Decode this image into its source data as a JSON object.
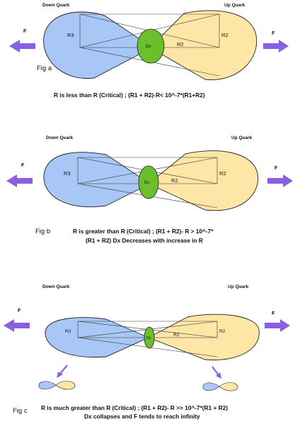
{
  "colors": {
    "down_lobe": "#a8c6f6",
    "up_lobe": "#fde6a6",
    "overlap": "#6abf2a",
    "arrow": "#8a5fe0",
    "outline": "#222222"
  },
  "fig_a": {
    "down_label": "Down Quark",
    "up_label": "Up Quark",
    "force_left": "F",
    "force_right": "F",
    "r3": "R3",
    "r2_center": "R2",
    "r2_right": "R2",
    "dx": "Dx",
    "tag": "Fig  a",
    "caption": "R is less than R (Critical) ; (R1 + R2)-R< 10^-7*(R1+R2)"
  },
  "fig_b": {
    "down_label": "Down Quark",
    "up_label": "Up Quark",
    "force_left": "F",
    "force_right": "F",
    "r3": "R3",
    "r2_center": "R2",
    "r2_right": "R2",
    "dx": "Dx",
    "tag": "Fig b",
    "caption_line1": "R is greater than R (Critical) ; (R1 + R2)- R > 10^-7*",
    "caption_line2": "(R1 + R2) Dx Decreases with increase in R"
  },
  "fig_c": {
    "down_label": "Down Quark",
    "up_label": "Up Quark",
    "force_left": "F",
    "force_right": "F",
    "r3": "R3",
    "r2_center": "R2",
    "r2_right": "R2",
    "dx": "Dx",
    "tag": "Fig c",
    "caption_line1": "R is much greater than R (Critical) ;  (R1 + R2)- R >> 10^-7*(R1 + R2)",
    "caption_line2": "Dx collapses and F tends to reach infinity"
  }
}
